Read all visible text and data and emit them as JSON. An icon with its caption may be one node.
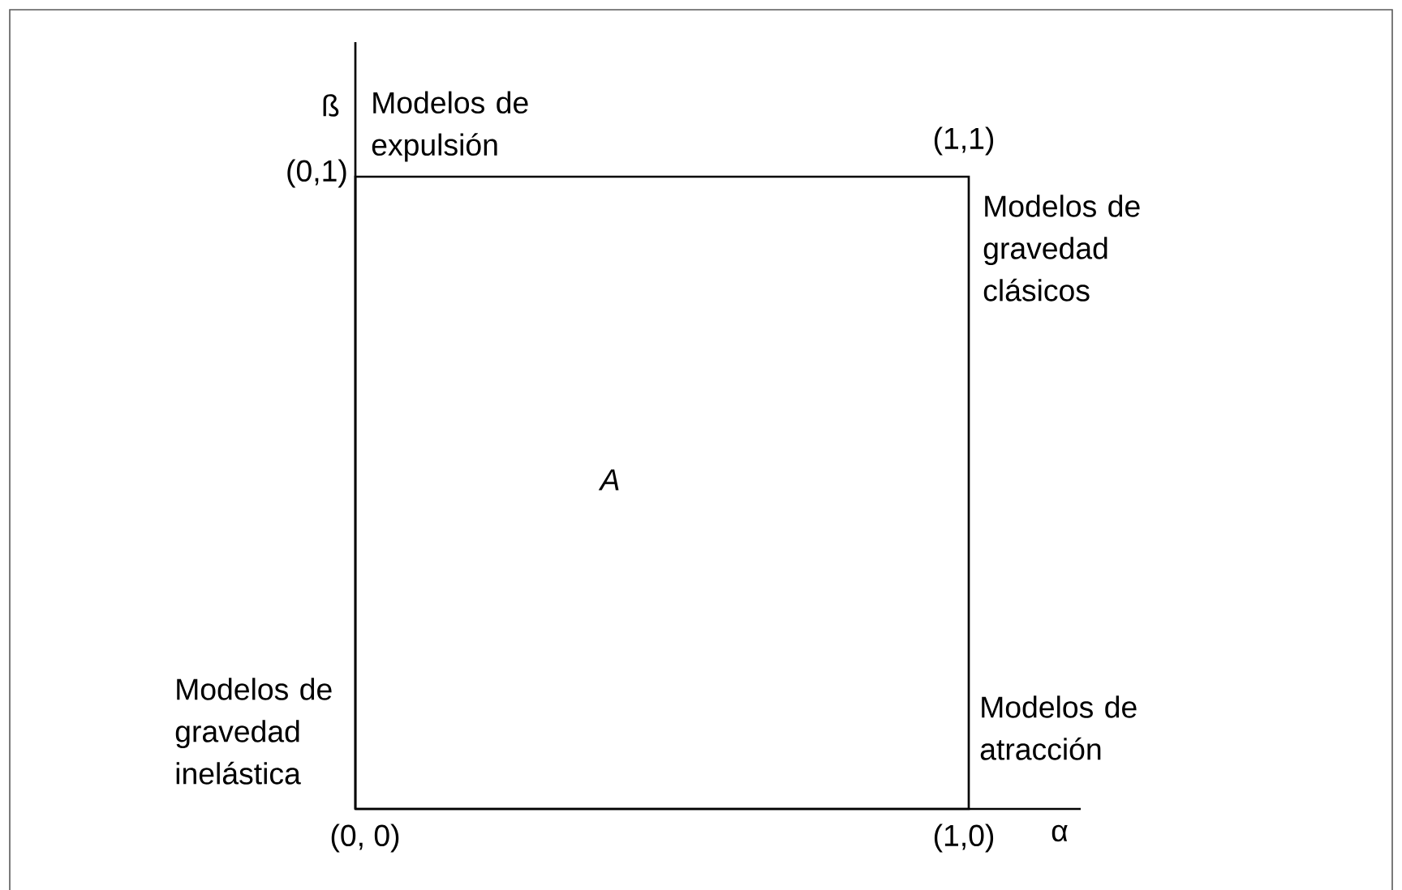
{
  "diagram": {
    "nodes": [
      {
        "text": [
          "*A*"
        ]
      }
    ],
    "labels": [
      "ß",
      "Modelos de expulsión",
      "(1,1)",
      "(0,1)",
      "Modelos de gravedad clásicos",
      "Modelos de gravedad inelástica",
      "Modelos de atracción",
      "(0, 0)",
      "(1,0)",
      "α"
    ]
  }
}
